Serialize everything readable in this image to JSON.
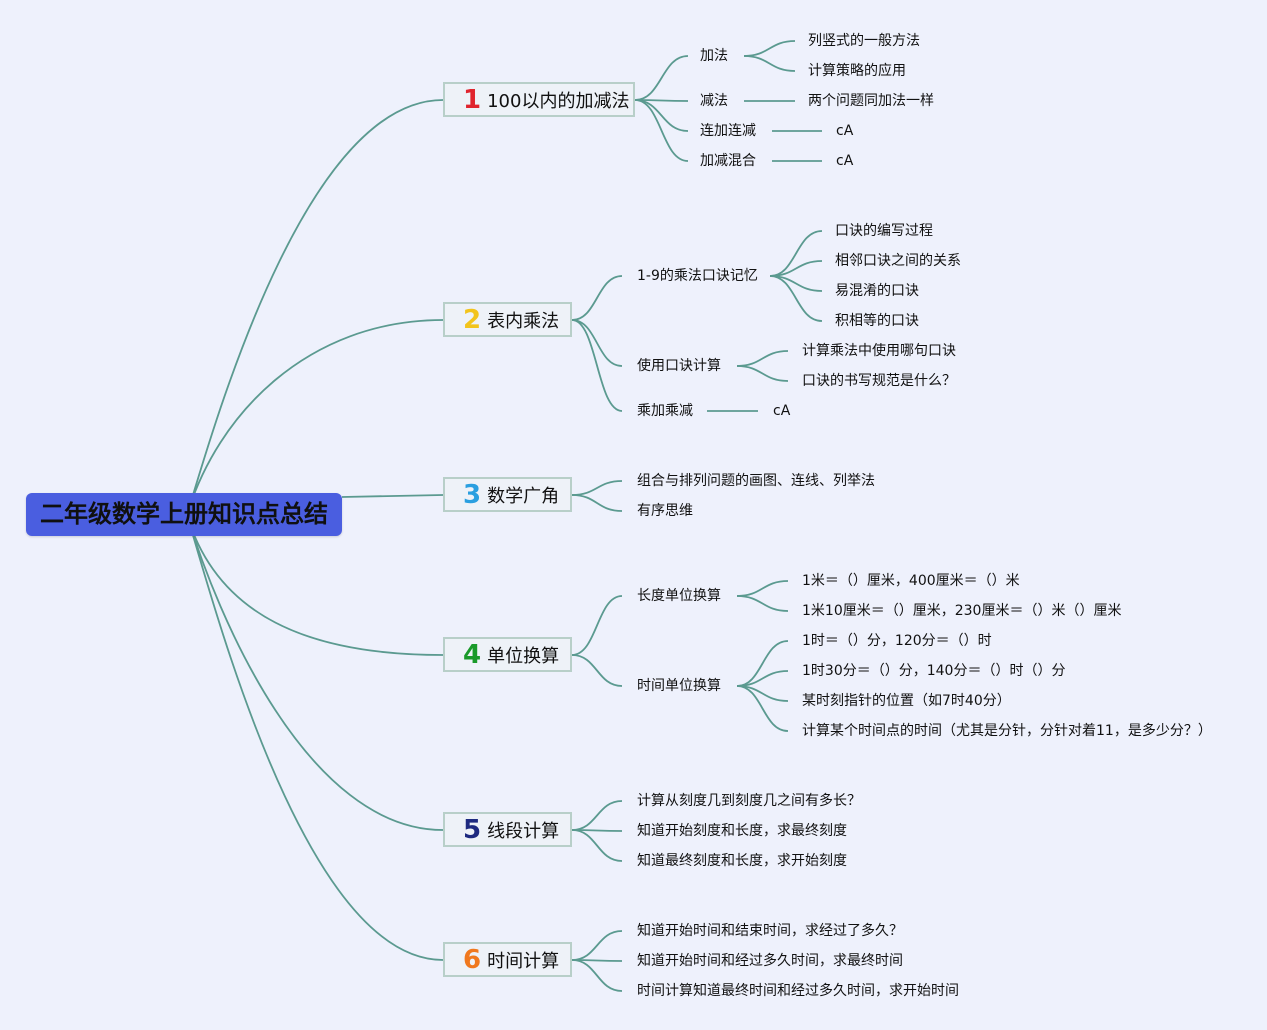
{
  "root": {
    "title": "二年级数学上册知识点总结"
  },
  "colors": {
    "line": "#5b9a90",
    "root_bg": "#4a5ee0",
    "num1": "#e0242e",
    "num2": "#f2c41c",
    "num3": "#2a9fe0",
    "num4": "#1a9a2a",
    "num5": "#1e2a80",
    "num6": "#f0781e"
  },
  "branches": [
    {
      "num": "1",
      "label": "100以内的加减法",
      "topics": [
        {
          "label": "加法",
          "items": [
            "列竖式的一般方法",
            "计算策略的应用"
          ]
        },
        {
          "label": "减法",
          "items": [
            "两个问题同加法一样"
          ]
        },
        {
          "label": "连加连减",
          "items": [
            "cA"
          ]
        },
        {
          "label": "加减混合",
          "items": [
            "cA"
          ]
        }
      ]
    },
    {
      "num": "2",
      "label": "表内乘法",
      "topics": [
        {
          "label": "1-9的乘法口诀记忆",
          "items": [
            "口诀的编写过程",
            "相邻口诀之间的关系",
            "易混淆的口诀",
            "积相等的口诀"
          ]
        },
        {
          "label": "使用口诀计算",
          "items": [
            "计算乘法中使用哪句口诀",
            "口诀的书写规范是什么？"
          ]
        },
        {
          "label": "乘加乘减",
          "items": [
            "cA"
          ]
        }
      ]
    },
    {
      "num": "3",
      "label": "数学广角",
      "items": [
        "组合与排列问题的画图、连线、列举法",
        "有序思维"
      ]
    },
    {
      "num": "4",
      "label": "单位换算",
      "topics": [
        {
          "label": "长度单位换算",
          "items": [
            "1米＝（）厘米，400厘米＝（）米",
            "1米10厘米＝（）厘米，230厘米＝（）米（）厘米"
          ]
        },
        {
          "label": "时间单位换算",
          "items": [
            "1时＝（）分，120分＝（）时",
            "1时30分＝（）分，140分＝（）时（）分",
            "某时刻指针的位置（如7时40分）",
            "计算某个时间点的时间（尤其是分针，分针对着11，是多少分？）"
          ]
        }
      ]
    },
    {
      "num": "5",
      "label": "线段计算",
      "items": [
        "计算从刻度几到刻度几之间有多长？",
        "知道开始刻度和长度，求最终刻度",
        "知道最终刻度和长度，求开始刻度"
      ]
    },
    {
      "num": "6",
      "label": "时间计算",
      "items": [
        "知道开始时间和结束时间，求经过了多久？",
        "知道开始时间和经过多久时间，求最终时间",
        "时间计算知道最终时间和经过多久时间，求开始时间"
      ]
    }
  ]
}
